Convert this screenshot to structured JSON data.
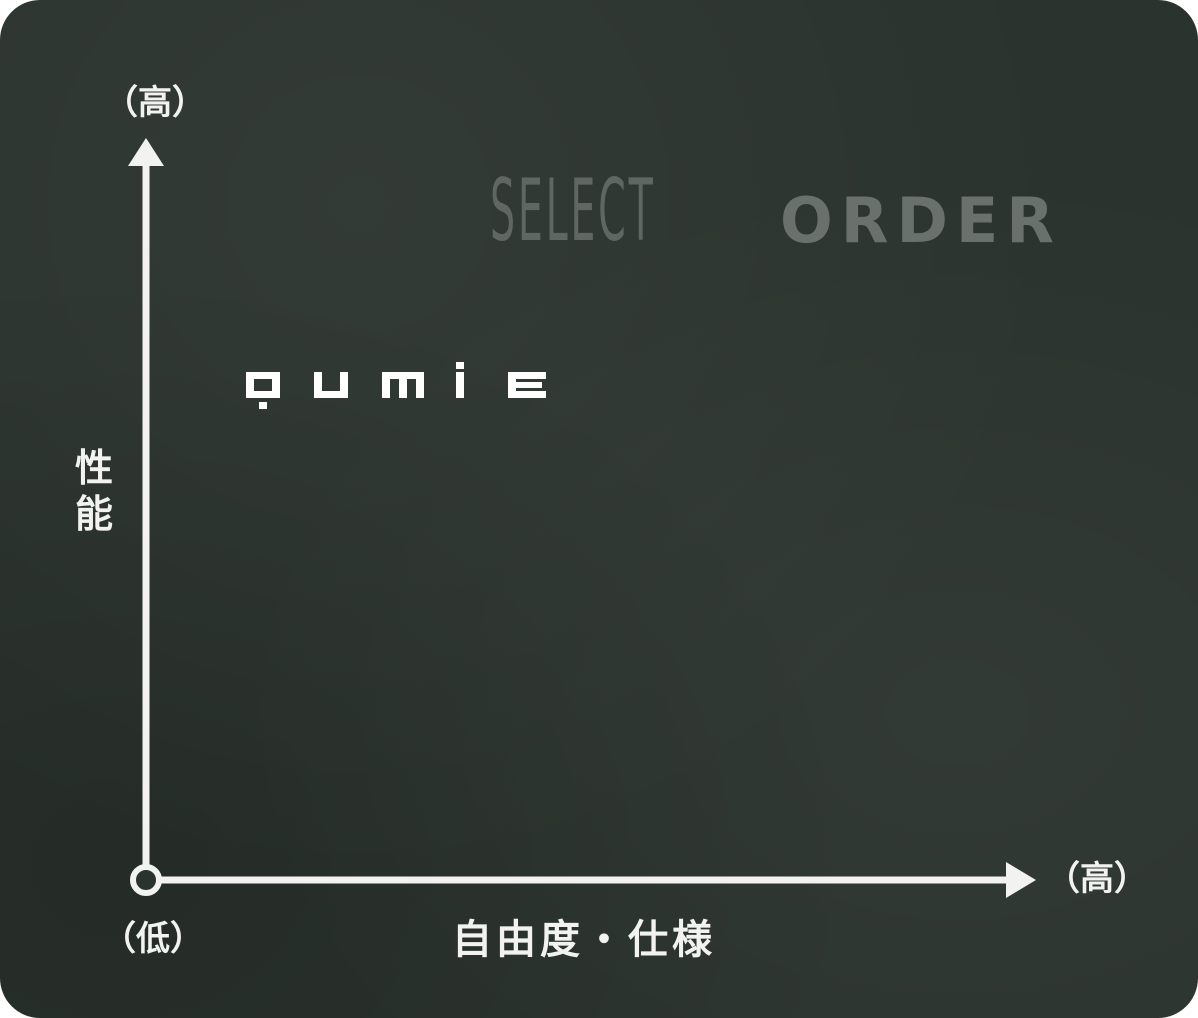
{
  "chart_data": {
    "type": "scatter",
    "xlabel": "自由度・仕様",
    "ylabel": "性能",
    "x_high_label": "（高）",
    "y_high_label": "（高）",
    "origin_label": "（低）",
    "xlim": [
      0,
      100
    ],
    "ylim": [
      0,
      100
    ],
    "grid": false,
    "points": [
      {
        "label": "SELECT ORDER",
        "label_parts": [
          "SELECT",
          "ORDER"
        ],
        "x": 66,
        "y": 91
      },
      {
        "label": "qumie",
        "x": 25,
        "y": 69
      }
    ]
  },
  "colors": {
    "background": "#2b332e",
    "axis": "#f2f2f0",
    "select_order": "#646a66",
    "qumie": "#ffffff"
  }
}
